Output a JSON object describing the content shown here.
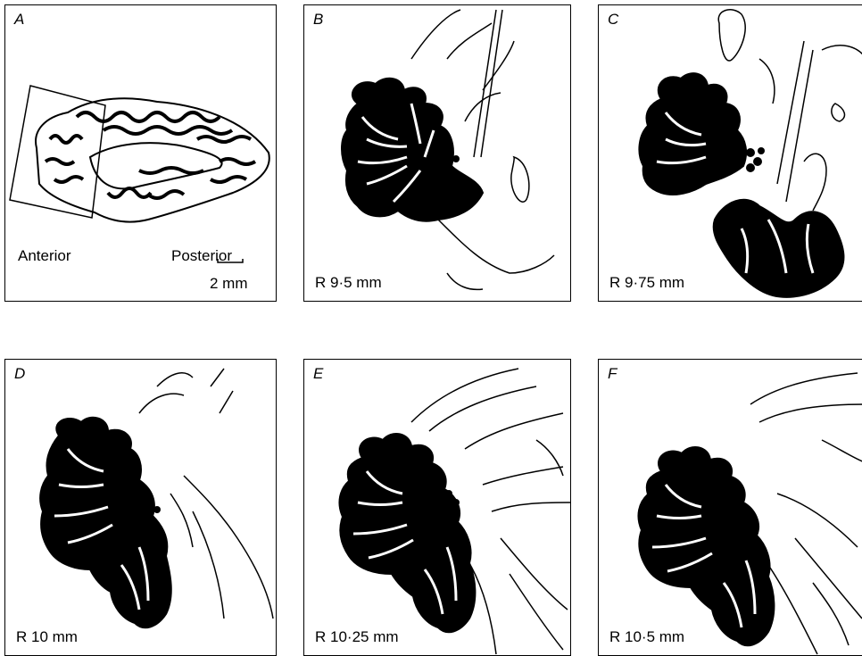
{
  "panels": {
    "a": {
      "letter": "A",
      "anterior": "Anterior",
      "posterior": "Posterior",
      "scale": "2 mm"
    },
    "b": {
      "letter": "B",
      "caption": "R 9·5 mm"
    },
    "c": {
      "letter": "C",
      "caption": "R 9·75 mm"
    },
    "d": {
      "letter": "D",
      "caption": "R 10 mm"
    },
    "e": {
      "letter": "E",
      "caption": "R 10·25 mm"
    },
    "f": {
      "letter": "F",
      "caption": "R 10·5 mm"
    }
  }
}
